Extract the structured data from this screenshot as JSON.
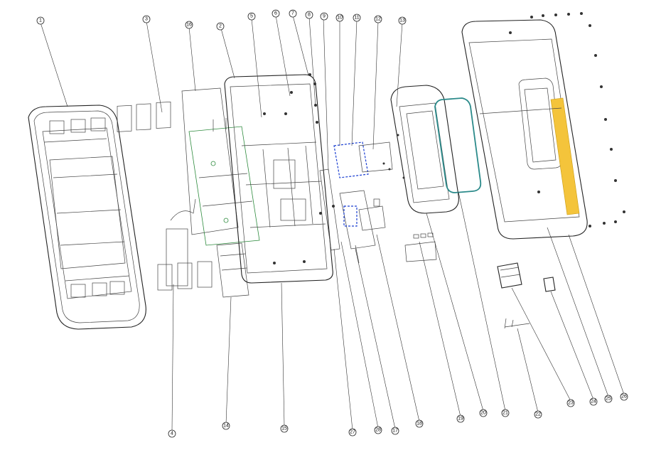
{
  "callouts": [
    "1",
    "2",
    "3",
    "4",
    "5",
    "6",
    "7",
    "8",
    "9",
    "10",
    "11",
    "12",
    "13",
    "14",
    "15",
    "16",
    "17",
    "18",
    "19",
    "20",
    "21",
    "22",
    "23",
    "24",
    "25",
    "26",
    "27",
    "28"
  ],
  "colors": {
    "line": "#222222",
    "gasket": "#2b8a8a",
    "pcb": "#2c8a3c",
    "highlight": "#f4c43b",
    "module": "#1b3fd1"
  }
}
